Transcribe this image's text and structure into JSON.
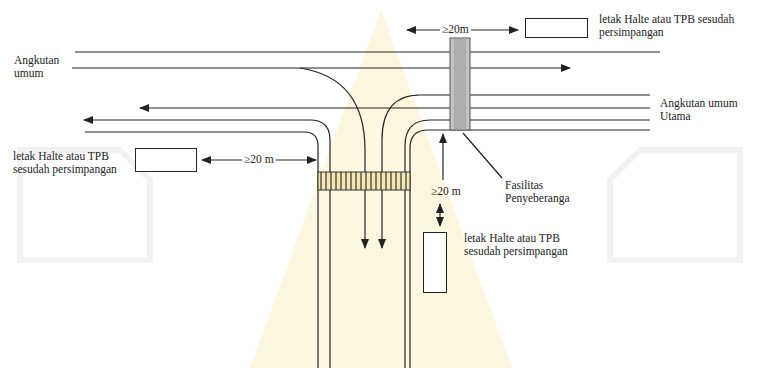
{
  "diagram": {
    "nodes": [
      {
        "text": [
          "letak Halte atau TPB sesudah persimpangan"
        ]
      },
      {
        "text": [
          "letak Halte atau TPB sesudah persimpangan"
        ]
      },
      {
        "text": [
          "letak Halte atau TPB sesudah persimpangan"
        ]
      }
    ],
    "labels": [
      "≥20m",
      "≥20 m",
      "≥20 m",
      "Angkutan umum",
      "Angkutan umum Utama",
      "Fasilitas Penyeberanga"
    ]
  }
}
